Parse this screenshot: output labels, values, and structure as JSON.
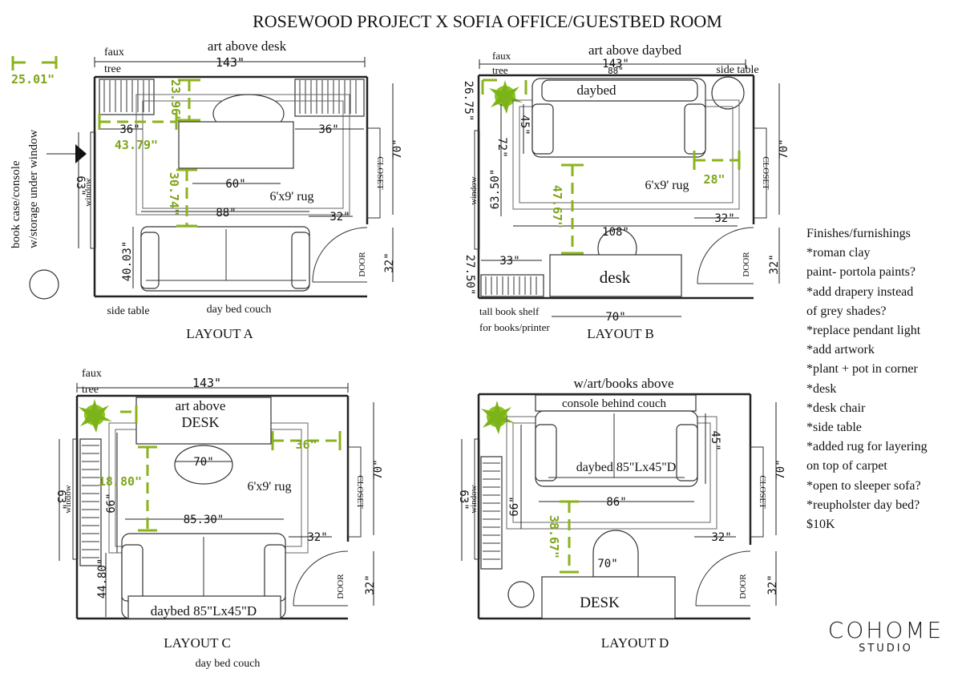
{
  "title": "ROSEWOOD PROJECT X SOFIA OFFICE/GUESTBED ROOM",
  "side_note": {
    "line1": "book case/console",
    "line2": "w/storage under window",
    "corner_dim": "25.01\""
  },
  "layout_a": {
    "label": "LAYOUT A",
    "texts": {
      "top_art": "art above desk",
      "faux": "faux",
      "tree": "tree",
      "window": "window",
      "closet": "CLOSET",
      "door": "DOOR",
      "rug": "6'x9' rug",
      "side_table": "side table",
      "couch": "day bed couch"
    },
    "dims": {
      "width": "143\"",
      "left": "63\"",
      "right": "70\"",
      "door": "32\"",
      "rug_offset": "32\"",
      "d36a": "36\"",
      "d36b": "36\"",
      "d60": "60\"",
      "d88": "88\"",
      "d4003": "40.03\""
    },
    "green": {
      "g2396": "23.96\"",
      "g4379": "43.79\"",
      "g3074": "30.74\""
    }
  },
  "layout_b": {
    "label": "LAYOUT B",
    "texts": {
      "top_art": "art above daybed",
      "faux": "faux",
      "tree": "tree",
      "side_table": "side table",
      "daybed": "daybed",
      "window": "window",
      "closet": "CLOSET",
      "door": "DOOR",
      "rug": "6'x9' rug",
      "desk": "desk",
      "shelf1": "tall book shelf",
      "shelf2": "for books/printer"
    },
    "dims": {
      "width": "143\"",
      "inner": "88\"",
      "d2675": "26.75\"",
      "d45": "45\"",
      "d72": "72\"",
      "d6350": "63.50\"",
      "d108": "108\"",
      "d33": "33\"",
      "d2750": "27.50\"",
      "d70desk": "70\"",
      "right": "70\"",
      "door": "32\"",
      "rug_offset": "32\""
    },
    "green": {
      "g4767": "47.67\"",
      "g28": "28\""
    }
  },
  "layout_c": {
    "label": "LAYOUT C",
    "texts": {
      "faux": "faux",
      "tree": "tree",
      "art_above": "art above",
      "desk": "DESK",
      "window": "window",
      "closet": "CLOSET",
      "door": "DOOR",
      "rug": "6'x9' rug",
      "couch": "daybed 85\"Lx45\"D",
      "below": "day bed couch"
    },
    "dims": {
      "width": "143\"",
      "left": "63\"",
      "right": "70\"",
      "d70": "70\"",
      "d8530": "85.30\"",
      "d66": "66\"",
      "d4480": "44.80\"",
      "door": "32\"",
      "rug_offset": "32\""
    },
    "green": {
      "g36": "36\"",
      "g1880": "18.80\""
    }
  },
  "layout_d": {
    "label": "LAYOUT D",
    "texts": {
      "top": "w/art/books above",
      "console": "console behind couch",
      "couch": "daybed 85\"Lx45\"D",
      "window": "window",
      "closet": "CLOSET",
      "door": "DOOR",
      "desk": "DESK"
    },
    "dims": {
      "left": "63\"",
      "d66": "66\"",
      "d86": "86\"",
      "d45": "45\"",
      "d70": "70\"",
      "right": "70\"",
      "door": "32\"",
      "rug_offset": "32\""
    },
    "green": {
      "g3867": "38.67\""
    }
  },
  "notes": {
    "heading": "Finishes/furnishings",
    "items": [
      "*roman clay",
      "paint- portola paints?",
      "*add drapery instead",
      "of grey shades?",
      "*replace pendant light",
      "*add artwork",
      "*plant + pot in corner",
      "*desk",
      "*desk chair",
      "*side table",
      "*added rug for layering",
      "on top of carpet",
      "*open to sleeper sofa?",
      "*reupholster day bed?",
      "$10K"
    ]
  },
  "logo": {
    "line1": "COHOME",
    "line2": "STUDIO"
  }
}
